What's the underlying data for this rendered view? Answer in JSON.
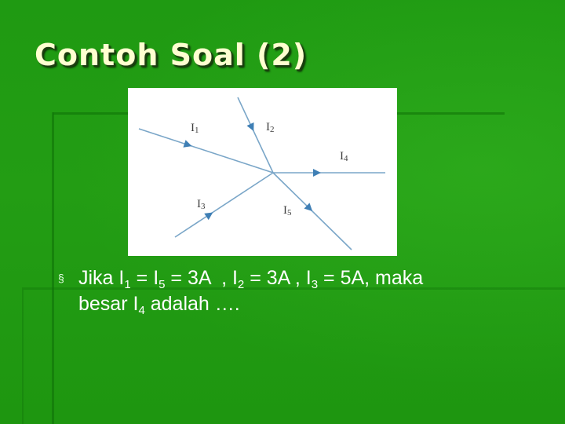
{
  "slide": {
    "title": "Contoh Soal (2)"
  },
  "diagram": {
    "labels": [
      {
        "id": "I1",
        "letter": "I",
        "sub": "1"
      },
      {
        "id": "I2",
        "letter": "I",
        "sub": "2"
      },
      {
        "id": "I3",
        "letter": "I",
        "sub": "3"
      },
      {
        "id": "I4",
        "letter": "I",
        "sub": "4"
      },
      {
        "id": "I5",
        "letter": "I",
        "sub": "5"
      }
    ]
  },
  "bullet": {
    "marker": "§",
    "line1": {
      "p1": "Jika I",
      "s1": "1",
      "p2": " = I",
      "s2": "5",
      "p3": " = 3A  , I",
      "s3": "2",
      "p4": " = 3A , I",
      "s4": "3",
      "p5": " = 5A, maka"
    },
    "line2": {
      "p1": "besar I",
      "s1": "4",
      "p2": " adalah …."
    }
  },
  "colors": {
    "background": "#1f9a12",
    "title": "#ffffd0",
    "wire": "#7aa6c8",
    "arrow": "#3f7fb5"
  }
}
